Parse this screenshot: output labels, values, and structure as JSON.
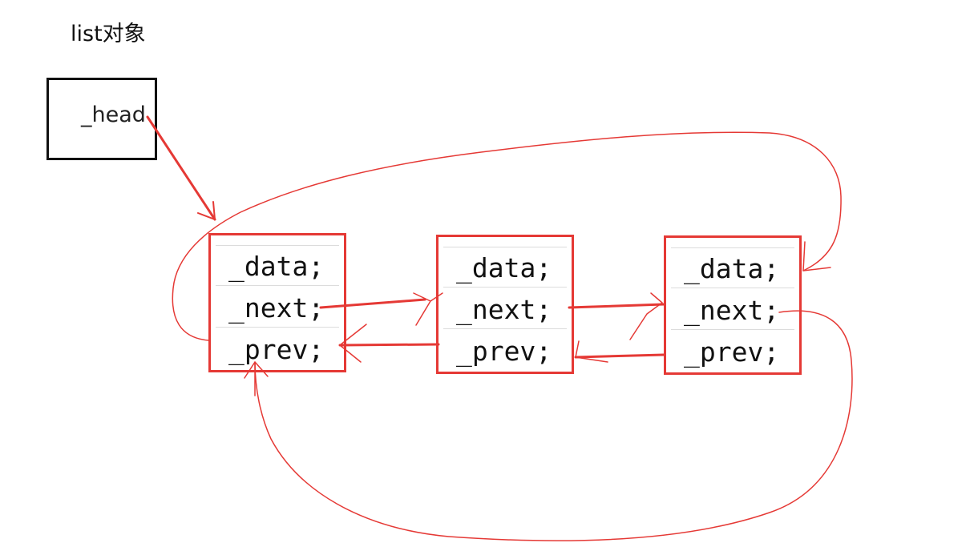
{
  "title": "list对象",
  "head": {
    "label": "_head"
  },
  "nodes": [
    {
      "fields": [
        "_data;",
        "_next;",
        "_prev;"
      ]
    },
    {
      "fields": [
        "_data;",
        "_next;",
        "_prev;"
      ]
    },
    {
      "fields": [
        "_data;",
        "_next;",
        "_prev;"
      ]
    }
  ],
  "colors": {
    "node_border": "#e53935",
    "arrow": "#e53935",
    "head_border": "#111111"
  }
}
